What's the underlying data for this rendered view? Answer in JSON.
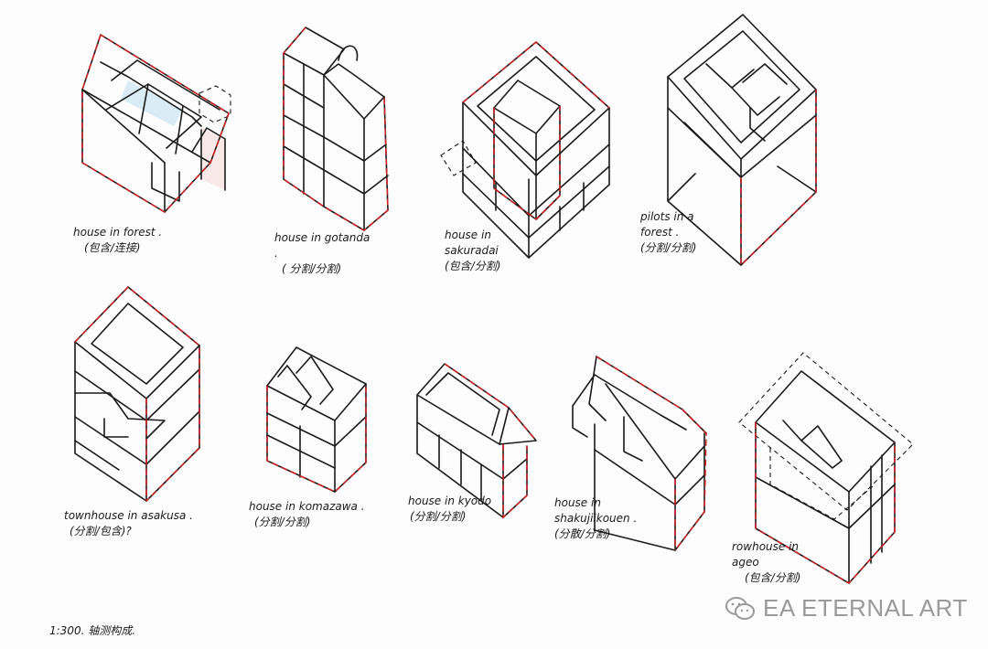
{
  "drawings": [
    {
      "id": "forest",
      "name": "house in forest .",
      "note": "(包含/连接)"
    },
    {
      "id": "gotanda",
      "name": "house in gotanda .",
      "note": "( 分割/分割)"
    },
    {
      "id": "sakuradai",
      "name": "house in sakuradai",
      "note": "(包含/分割)"
    },
    {
      "id": "pilotis",
      "name": "pilots in a forest .",
      "note": "(分割/分割)"
    },
    {
      "id": "asakusa",
      "name": "townhouse in asakusa .",
      "note": "(分割/包含)?"
    },
    {
      "id": "komazawa",
      "name": "house in komazawa .",
      "note": "(分割/分割)"
    },
    {
      "id": "kyodo",
      "name": "house in kyodo",
      "note": "(分割/分割)"
    },
    {
      "id": "shakujii",
      "name": "house in shakujiikouen .",
      "note": "(分散/分割)"
    },
    {
      "id": "ageo",
      "name": "rowhouse in ageo",
      "note": "(包含/分割)"
    }
  ],
  "scale_note": "1:300. 轴测构成.",
  "watermark": "EA ETERNAL ART",
  "watermark_icon": "wechat-icon"
}
